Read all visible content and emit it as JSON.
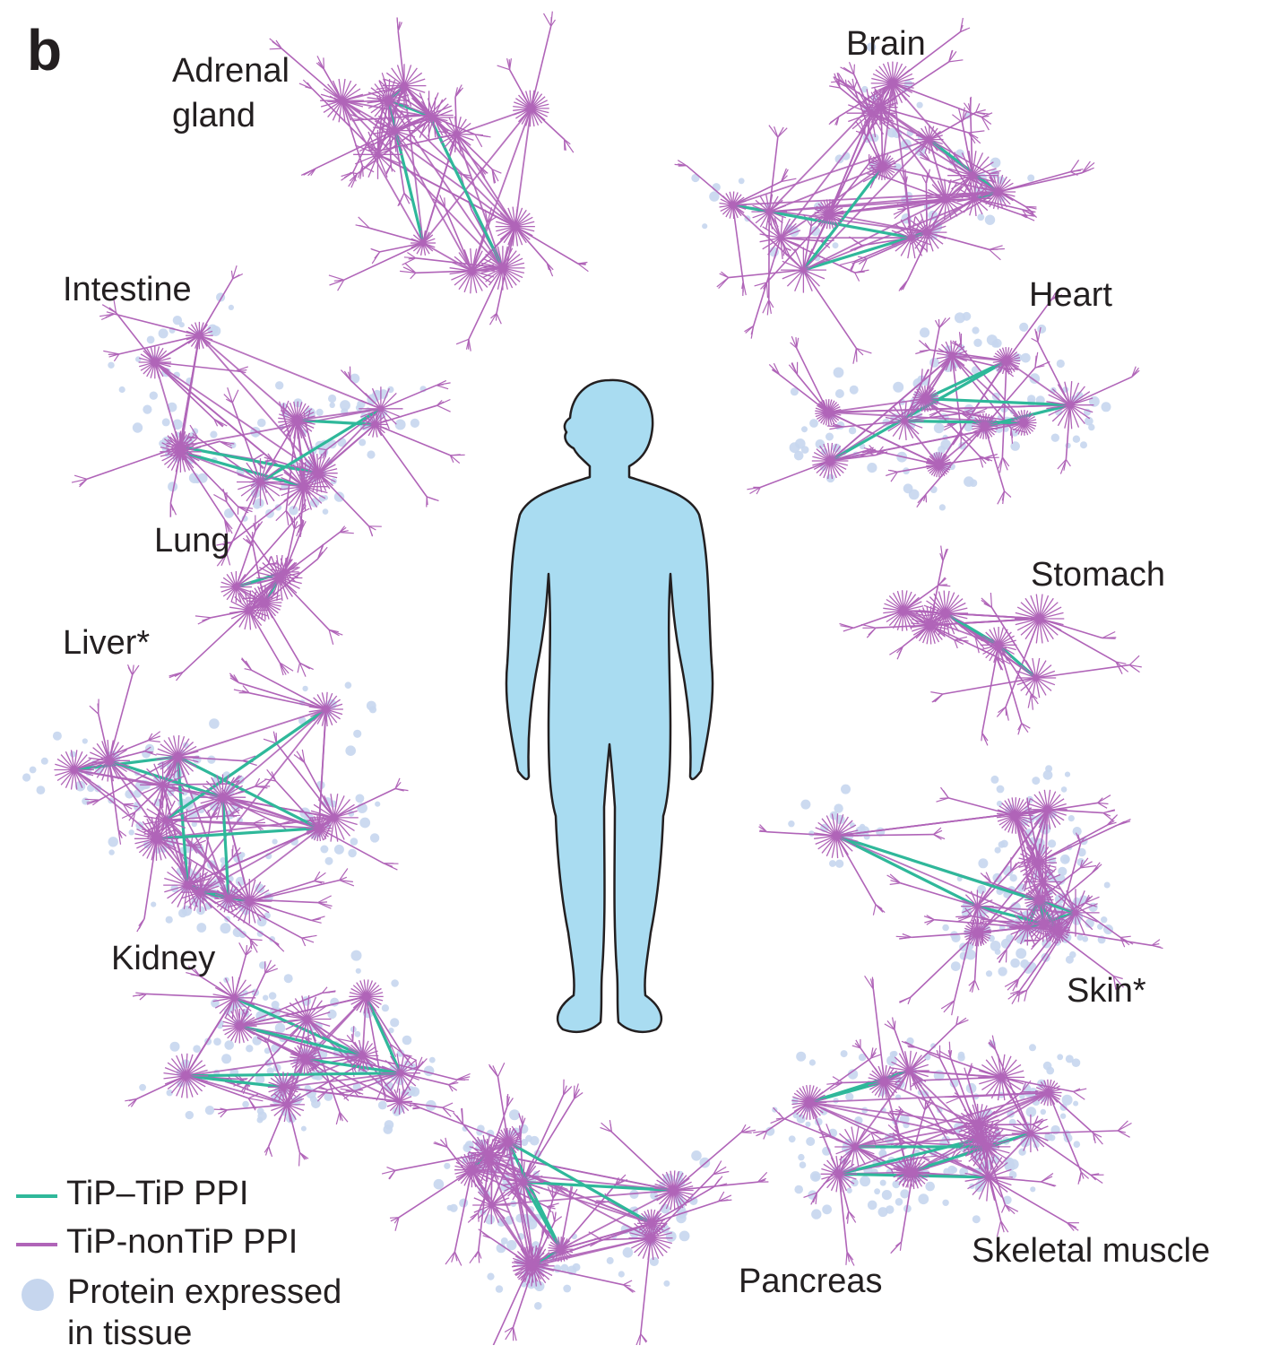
{
  "panel_label": "b",
  "tissues": {
    "adrenal": "Adrenal gland",
    "brain": "Brain",
    "intestine": "Intestine",
    "heart": "Heart",
    "lung": "Lung",
    "stomach": "Stomach",
    "liver": "Liver*",
    "kidney": "Kidney",
    "skin": "Skin*",
    "skeletal_muscle": "Skeletal muscle",
    "pancreas": "Pancreas"
  },
  "legend": {
    "tip_tip": "TiP–TiP PPI",
    "tip_nontip": "TiP-nonTiP PPI",
    "expressed": "Protein expressed in tissue"
  },
  "colors": {
    "tip_tip_edge": "#2fb89a",
    "tip_nontip_edge": "#b064b8",
    "expressed_node": "#c6d6ee",
    "body_fill": "#a9dcf1",
    "body_outline": "#231f20"
  }
}
